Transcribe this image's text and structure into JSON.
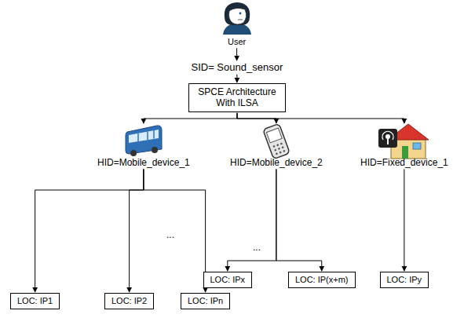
{
  "diagram": {
    "nodes": [
      {
        "text": [
          "User"
        ]
      },
      {
        "text": [
          "SID= Sound_sensor"
        ]
      },
      {
        "text": [
          "SPCE Architecture With ILSA"
        ]
      },
      {
        "text": [
          "HID=Mobile_device_1"
        ]
      },
      {
        "text": [
          "HID=Mobile_device_2"
        ]
      },
      {
        "text": [
          "HID=Fixed_device_1"
        ]
      },
      {
        "text": [
          "LOC: IP1"
        ]
      },
      {
        "text": [
          "LOC: IP2"
        ]
      },
      {
        "text": [
          "LOC: IPn"
        ]
      },
      {
        "text": [
          "LOC: IPx"
        ]
      },
      {
        "text": [
          "LOC: IP(x+m)"
        ]
      },
      {
        "text": [
          "LOC: IPy"
        ]
      }
    ],
    "edges": [
      {
        "from": 0,
        "to": 1,
        "arrow": "to"
      },
      {
        "from": 1,
        "to": 2,
        "arrow": "to"
      },
      {
        "from": 2,
        "to": 3,
        "arrow": "to"
      },
      {
        "from": 2,
        "to": 4,
        "arrow": "to"
      },
      {
        "from": 2,
        "to": 5,
        "arrow": "to"
      },
      {
        "from": 3,
        "to": 6,
        "arrow": "to"
      },
      {
        "from": 3,
        "to": 7,
        "arrow": "to"
      },
      {
        "from": 3,
        "to": 8,
        "arrow": "to"
      },
      {
        "from": 4,
        "to": 9,
        "arrow": "to"
      },
      {
        "from": 4,
        "to": 10,
        "arrow": "to"
      },
      {
        "from": 5,
        "to": 11,
        "arrow": "to"
      }
    ],
    "labels": [
      "...",
      "..."
    ]
  }
}
